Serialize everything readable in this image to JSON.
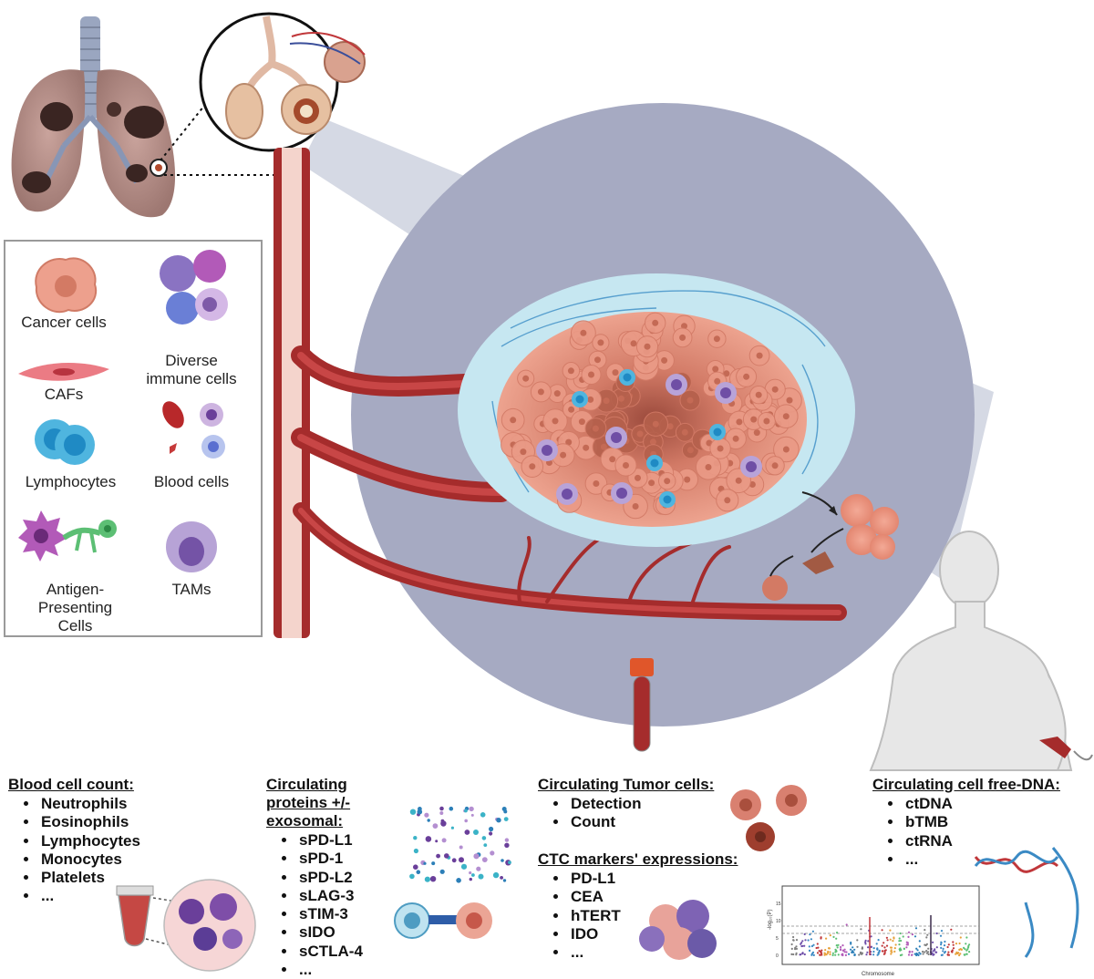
{
  "legend": {
    "items": [
      {
        "id": "cancer",
        "label": "Cancer cells"
      },
      {
        "id": "immune",
        "label": "Diverse immune cells"
      },
      {
        "id": "cafs",
        "label": "CAFs"
      },
      {
        "id": "blood",
        "label": "Blood cells"
      },
      {
        "id": "lymph",
        "label": "Lymphocytes"
      },
      {
        "id": "apc",
        "label": "Antigen-Presenting Cells"
      },
      {
        "id": "tams",
        "label": "TAMs"
      }
    ]
  },
  "sections": {
    "blood_count": {
      "title": "Blood cell count:",
      "items": [
        "Neutrophils",
        "Eosinophils",
        "Lymphocytes",
        "Monocytes",
        "Platelets",
        "..."
      ]
    },
    "proteins": {
      "title_lines": [
        "Circulating",
        "proteins +/-",
        "exosomal:"
      ],
      "items": [
        "sPD-L1",
        "sPD-1",
        "sPD-L2",
        "sLAG-3",
        "sTIM-3",
        "sIDO",
        "sCTLA-4",
        "..."
      ]
    },
    "ctc": {
      "title": "Circulating Tumor cells:",
      "items": [
        "Detection",
        "Count"
      ]
    },
    "ctc_markers": {
      "title": "CTC markers' expressions:",
      "items": [
        "PD-L1",
        "CEA",
        "hTERT",
        "IDO",
        "..."
      ]
    },
    "cfdna": {
      "title": "Circulating cell free-DNA:",
      "items": [
        "ctDNA",
        "bTMB",
        "ctRNA",
        "..."
      ]
    }
  },
  "manhattan": {
    "ylabel": "-log₁₀(P)",
    "xlabel": "Chromosome",
    "yticks": [
      "0",
      "5",
      "10",
      "15"
    ]
  },
  "colors": {
    "tumor": "#e8907c",
    "vessel": "#a42a2a",
    "tme_disc": "#a4a8c1",
    "cone": "#d3d7e3",
    "stroma": "#c6e7f1",
    "lung": "#b08b85"
  }
}
